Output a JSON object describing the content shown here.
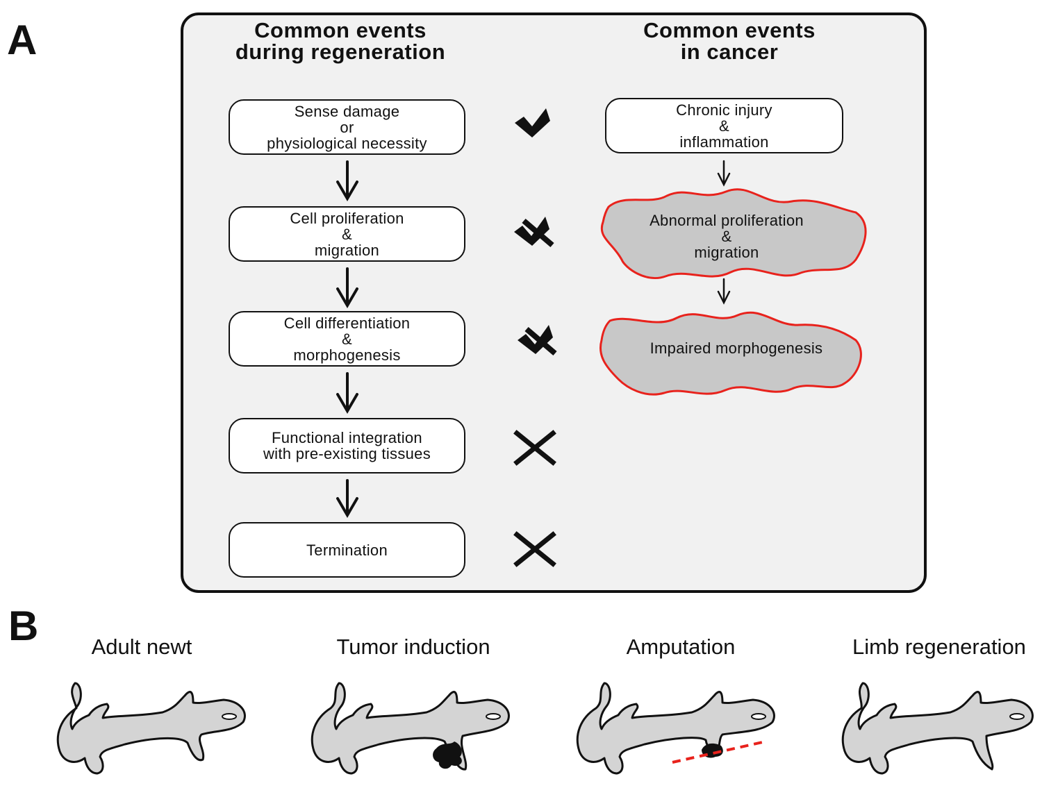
{
  "panel_a": {
    "letter": "A",
    "regeneration_header": [
      "Common events",
      "during regeneration"
    ],
    "cancer_header": [
      "Common events",
      "in cancer"
    ],
    "regeneration_steps": [
      {
        "lines": [
          "Sense damage",
          "or",
          "physiological necessity"
        ],
        "status": "check"
      },
      {
        "lines": [
          "Cell proliferation",
          "&",
          "migration"
        ],
        "status": "partial-check"
      },
      {
        "lines": [
          "Cell differentiation",
          "&",
          "morphogenesis"
        ],
        "status": "partial-check"
      },
      {
        "lines": [
          "Functional integration",
          "with pre-existing tissues"
        ],
        "status": "cross"
      },
      {
        "lines": [
          "Termination"
        ],
        "status": "cross"
      }
    ],
    "cancer_steps": [
      {
        "lines": [
          "Chronic injury",
          "&",
          "inflammation"
        ],
        "shape": "rounded-box"
      },
      {
        "lines": [
          "Abnormal proliferation",
          "&",
          "migration"
        ],
        "shape": "irregular-cloud"
      },
      {
        "lines": [
          "Impaired morphogenesis"
        ],
        "shape": "irregular-cloud"
      }
    ],
    "colors": {
      "panel_bg": "#f1f1f1",
      "cloud_fill": "#c8c8c8",
      "cloud_outline": "#e8221c"
    }
  },
  "panel_b": {
    "letter": "B",
    "stages": [
      {
        "label": "Adult newt",
        "icon": "newt-icon"
      },
      {
        "label": "Tumor induction",
        "icon": "newt-tumor-icon"
      },
      {
        "label": "Amputation",
        "icon": "newt-amputation-icon"
      },
      {
        "label": "Limb regeneration",
        "icon": "newt-regenerated-limb-icon"
      }
    ],
    "colors": {
      "newt_fill": "#d4d4d4",
      "tumor": "#111111",
      "amputation_line": "#e8221c"
    }
  }
}
